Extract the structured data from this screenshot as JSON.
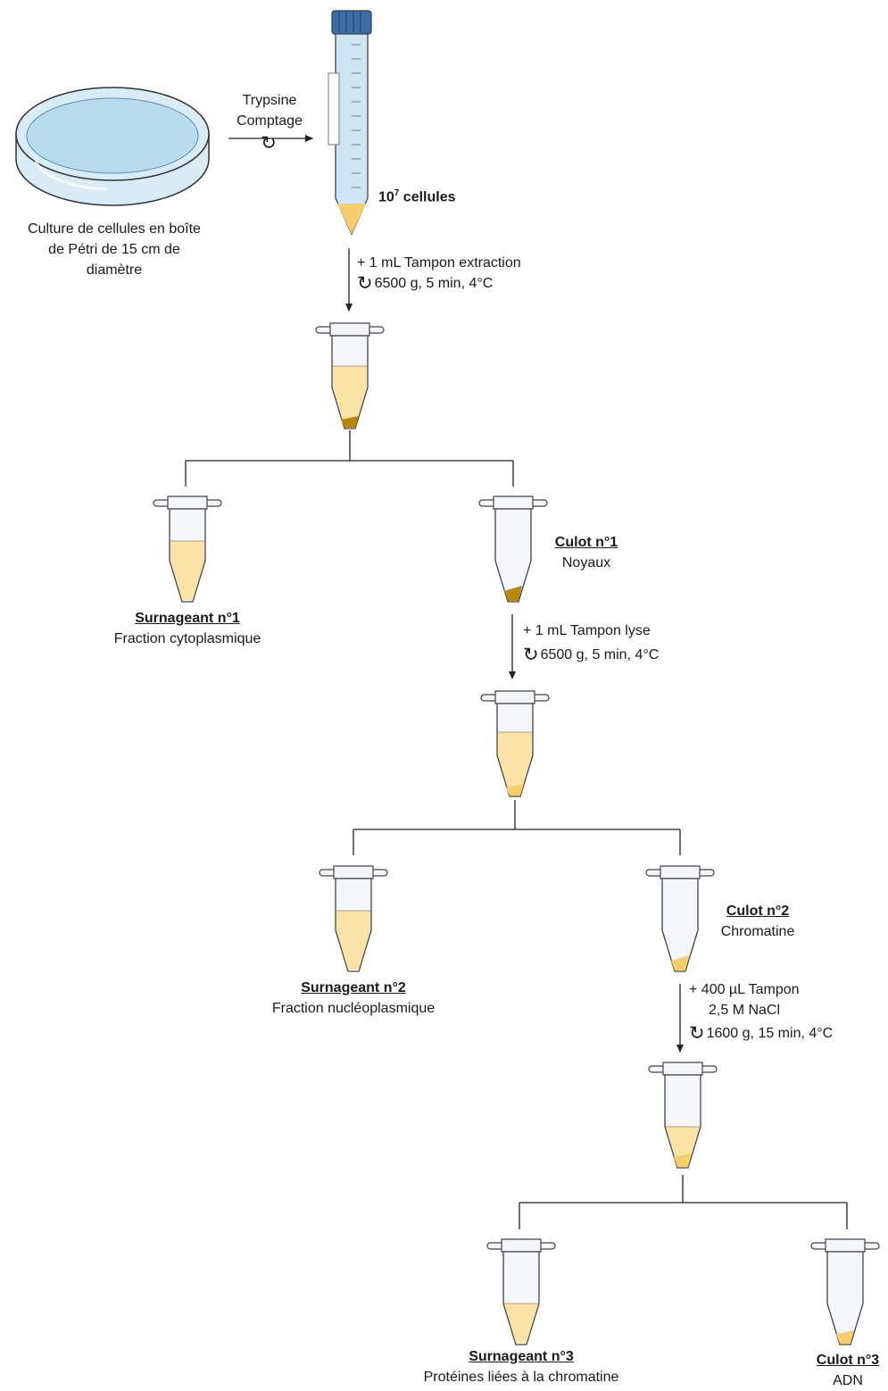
{
  "colors": {
    "dish_fill": "#d7ecf7",
    "dish_liquid": "#b8dcee",
    "falcon_body": "#cfe6f2",
    "falcon_cap": "#3a6ea5",
    "tube_plastic": "#f4f7f9",
    "liquid_light": "#fbe3a6",
    "pellet_dark": "#b8860b",
    "pellet_light": "#f7cf6a",
    "line": "#222222"
  },
  "icons": {
    "spin": "↻"
  },
  "dish": {
    "caption": [
      "Culture de cellules en boîte",
      "de Pétri de 15 cm de",
      "diamètre"
    ]
  },
  "transfer": {
    "line1": "Trypsine",
    "line2": "Comptage"
  },
  "falcon": {
    "count_base": "10",
    "count_exp": "7",
    "count_unit": " cellules"
  },
  "step1": {
    "line1": "+ 1 mL Tampon extraction",
    "line2": "6500 g, 5 min, 4°C"
  },
  "sn1": {
    "title": "Surnageant n°1",
    "sub": "Fraction cytoplasmique"
  },
  "p1": {
    "title": "Culot n°1",
    "sub": "Noyaux"
  },
  "step2": {
    "line1": "+ 1 mL Tampon lyse",
    "line2": "6500 g, 5 min, 4°C"
  },
  "sn2": {
    "title": "Surnageant n°2",
    "sub": "Fraction nucléoplasmique"
  },
  "p2": {
    "title": "Culot n°2",
    "sub": "Chromatine"
  },
  "step3": {
    "line1": "+ 400 µL Tampon",
    "line2": "2,5 M NaCl",
    "line3": "1600 g, 15 min, 4°C"
  },
  "sn3": {
    "title": "Surnageant n°3",
    "sub": "Protéines liées à la chromatine"
  },
  "p3": {
    "title": "Culot n°3",
    "sub": "ADN"
  }
}
